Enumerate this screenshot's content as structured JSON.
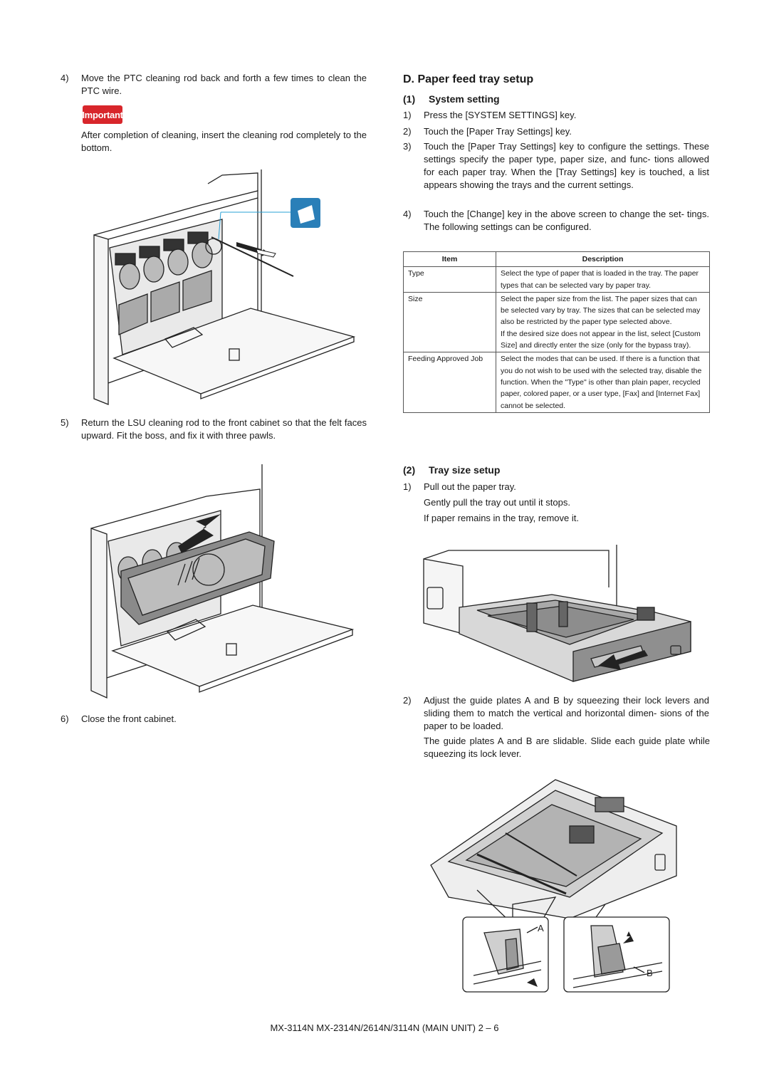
{
  "left_column": {
    "step4": {
      "num": "4)",
      "text": "Move the PTC cleaning rod back and forth a few times to clean the PTC wire."
    },
    "important_label": "Important",
    "important_text": "After completion of cleaning, insert the cleaning rod completely to the bottom.",
    "step5": {
      "num": "5)",
      "text": "Return the LSU cleaning rod to the front cabinet so that the felt faces upward. Fit the boss, and fix it with three pawls."
    },
    "step6": {
      "num": "6)",
      "text": "Close the front cabinet."
    }
  },
  "right_column": {
    "section_title": "D. Paper feed tray setup",
    "system_setting": {
      "num": "(1)",
      "title": "System setting",
      "steps": [
        {
          "num": "1)",
          "text": "Press the [SYSTEM SETTINGS] key."
        },
        {
          "num": "2)",
          "text": "Touch the [Paper Tray Settings] key."
        },
        {
          "num": "3)",
          "text": "Touch the [Paper Tray Settings] key to configure the settings. These settings specify the paper type, paper size, and func- tions allowed for each paper tray. When the [Tray Settings] key is touched, a list appears showing the trays and the current settings."
        },
        {
          "num": "4)",
          "text": "Touch the [Change] key in the above screen to change the set- tings. The following settings can be configured."
        }
      ]
    },
    "table": {
      "headers": [
        "Item",
        "Description"
      ],
      "rows": [
        {
          "item": "Type",
          "description": "Select the type of paper that is loaded in the tray. The paper types that can be selected vary by paper tray."
        },
        {
          "item": "Size",
          "description": "Select the paper size from the list. The paper sizes that can be selected vary by tray. The sizes that can be selected may also be restricted by the paper type selected above.",
          "description2": "If the desired size does not appear in the list, select [Custom Size] and directly enter the size (only for the bypass tray)."
        },
        {
          "item": "Feeding Approved Job",
          "description": "Select the modes that can be used. If there is a function that you do not wish to be used with the selected tray, disable the function. When the \"Type\" is other than plain paper, recycled paper, colored paper, or a user type, [Fax] and [Internet Fax] cannot be selected."
        }
      ]
    },
    "tray_size": {
      "num": "(2)",
      "title": "Tray size setup",
      "step1": {
        "num": "1)",
        "text": "Pull out the paper tray."
      },
      "step1_note1": "Gently pull the tray out until it stops.",
      "step1_note2": "If paper remains in the tray, remove it.",
      "step2": {
        "num": "2)",
        "text": "Adjust the guide plates A and B by squeezing their lock levers and sliding them to match the vertical and horizontal dimen- sions of the paper to be loaded."
      },
      "step2_note": "The guide plates A and B are slidable. Slide each guide plate while squeezing its lock lever.",
      "labels": {
        "a": "A",
        "b": "B"
      }
    }
  },
  "footer": "MX-3114N  MX-2314N/2614N/3114N (MAIN UNIT)  2 – 6"
}
